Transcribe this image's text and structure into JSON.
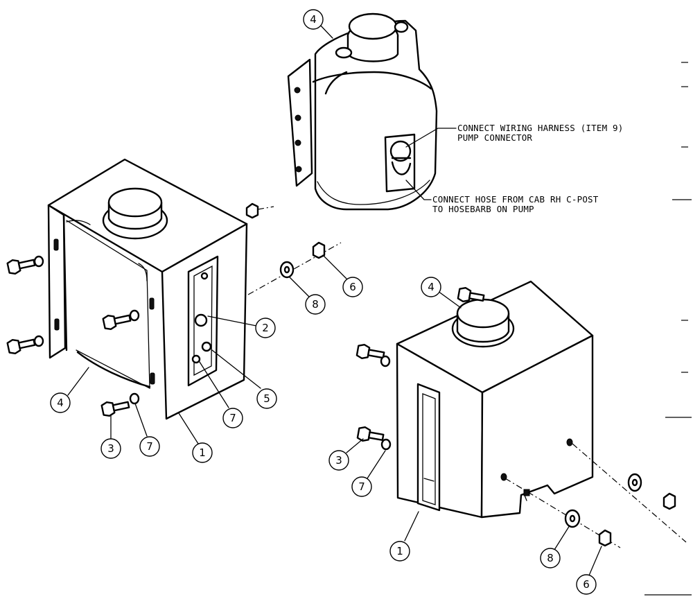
{
  "notes": {
    "wiring_line1": "CONNECT WIRING HARNESS (ITEM 9)",
    "wiring_line2": "PUMP CONNECTOR",
    "hose_line1": "CONNECT HOSE FROM CAB RH C-POST",
    "hose_line2": "TO HOSEBARB ON PUMP"
  },
  "balloons": {
    "top_4": "4",
    "left_2": "2",
    "left_5": "5",
    "left_7a": "7",
    "left_7b": "7",
    "left_4": "4",
    "left_3": "3",
    "left_1": "1",
    "left_8": "8",
    "left_6": "6",
    "right_4": "4",
    "right_3": "3",
    "right_7": "7",
    "right_1": "1",
    "right_8": "8",
    "right_6": "6"
  }
}
